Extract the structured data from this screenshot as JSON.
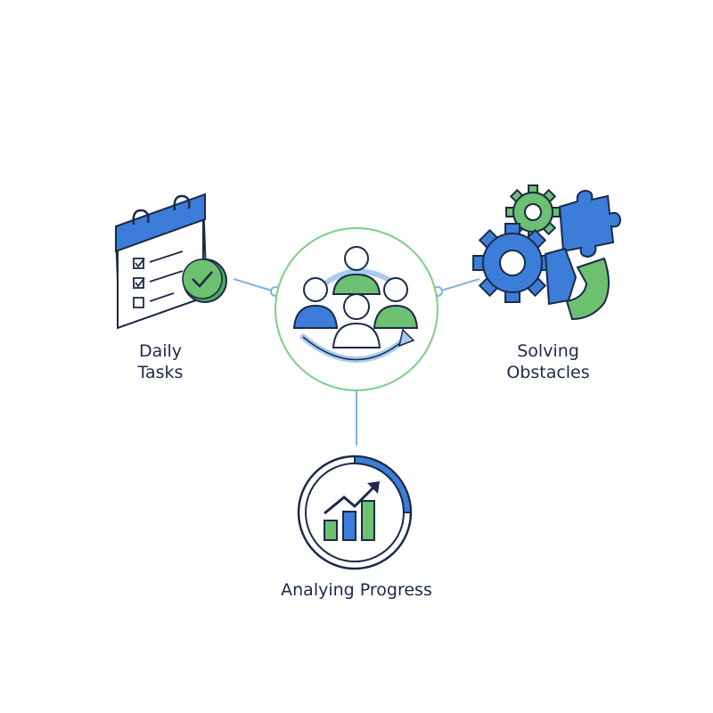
{
  "nodes": {
    "daily_tasks": {
      "line1": "Daily",
      "line2": "Tasks",
      "icon": "calendar-checklist-icon"
    },
    "solving_obstacles": {
      "line1": "Solving",
      "line2": "Obstacles",
      "icon": "gears-puzzle-icon"
    },
    "analyzing_progress": {
      "label": "Analying Progress",
      "icon": "growth-chart-icon"
    },
    "center": {
      "icon": "team-cycle-icon"
    }
  },
  "colors": {
    "outline": "#1b2a4a",
    "blue": "#3b7dd8",
    "light_blue": "#a9cbf0",
    "green": "#6cc070",
    "connector": "#7fb2e5",
    "center_ring": "#7ccf82"
  }
}
